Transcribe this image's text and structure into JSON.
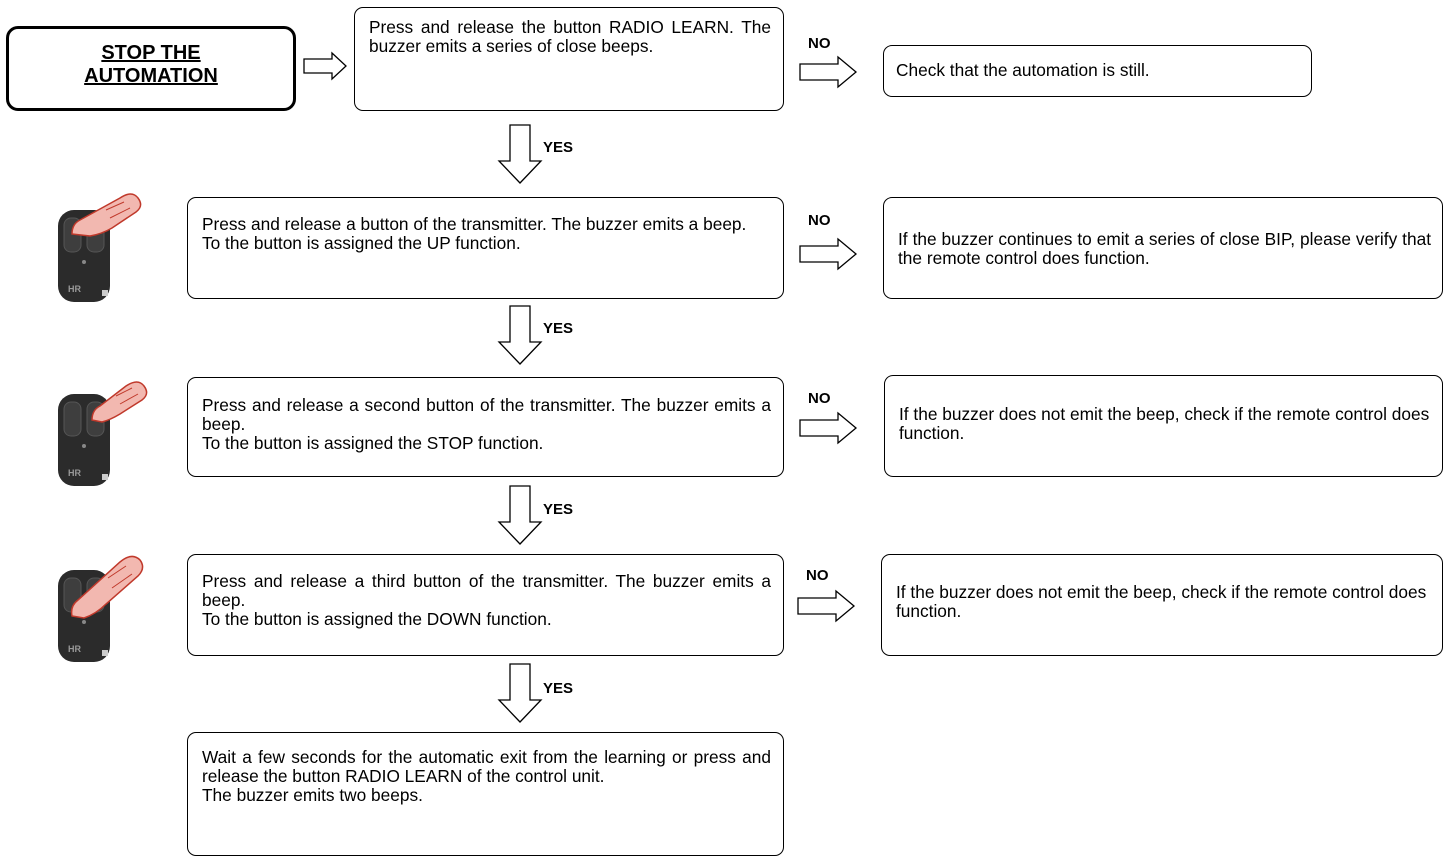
{
  "start": {
    "line1": "STOP THE",
    "line2": "AUTOMATION"
  },
  "steps": [
    {
      "lines": [
        "Press and release the button RADIO LEARN. The buzzer emits a series of close beeps."
      ]
    },
    {
      "lines": [
        "Press and release a button of the transmitter. The buzzer emits a beep.",
        "To the button is assigned the UP function."
      ]
    },
    {
      "lines": [
        "Press and release a second button of the transmitter. The buzzer emits a beep.",
        "To the button is assigned the STOP function."
      ]
    },
    {
      "lines": [
        "Press and release a third button of the transmitter. The buzzer emits a beep.",
        "To the button is assigned the DOWN function."
      ]
    },
    {
      "lines": [
        "Wait a few seconds for the automatic exit from the learning or press and release the button RADIO LEARN of the control unit.",
        "The buzzer emits two beeps."
      ]
    }
  ],
  "no_results": [
    {
      "lines": [
        "Check that the automation is still."
      ]
    },
    {
      "lines": [
        "If the buzzer continues to emit a series of close BIP, please verify that the remote control does function."
      ]
    },
    {
      "lines": [
        "If the buzzer does not emit the beep, check if the remote control does function."
      ]
    },
    {
      "lines": [
        "If the buzzer does not emit the beep, check if the remote control does function."
      ]
    }
  ],
  "labels": {
    "yes": "YES",
    "no": "NO"
  },
  "remote_mark": "HR",
  "colors": {
    "line": "#000000",
    "remote_body": "#2b2b2b",
    "hand": "#f2b8b0",
    "hand_outline": "#c0392b"
  }
}
